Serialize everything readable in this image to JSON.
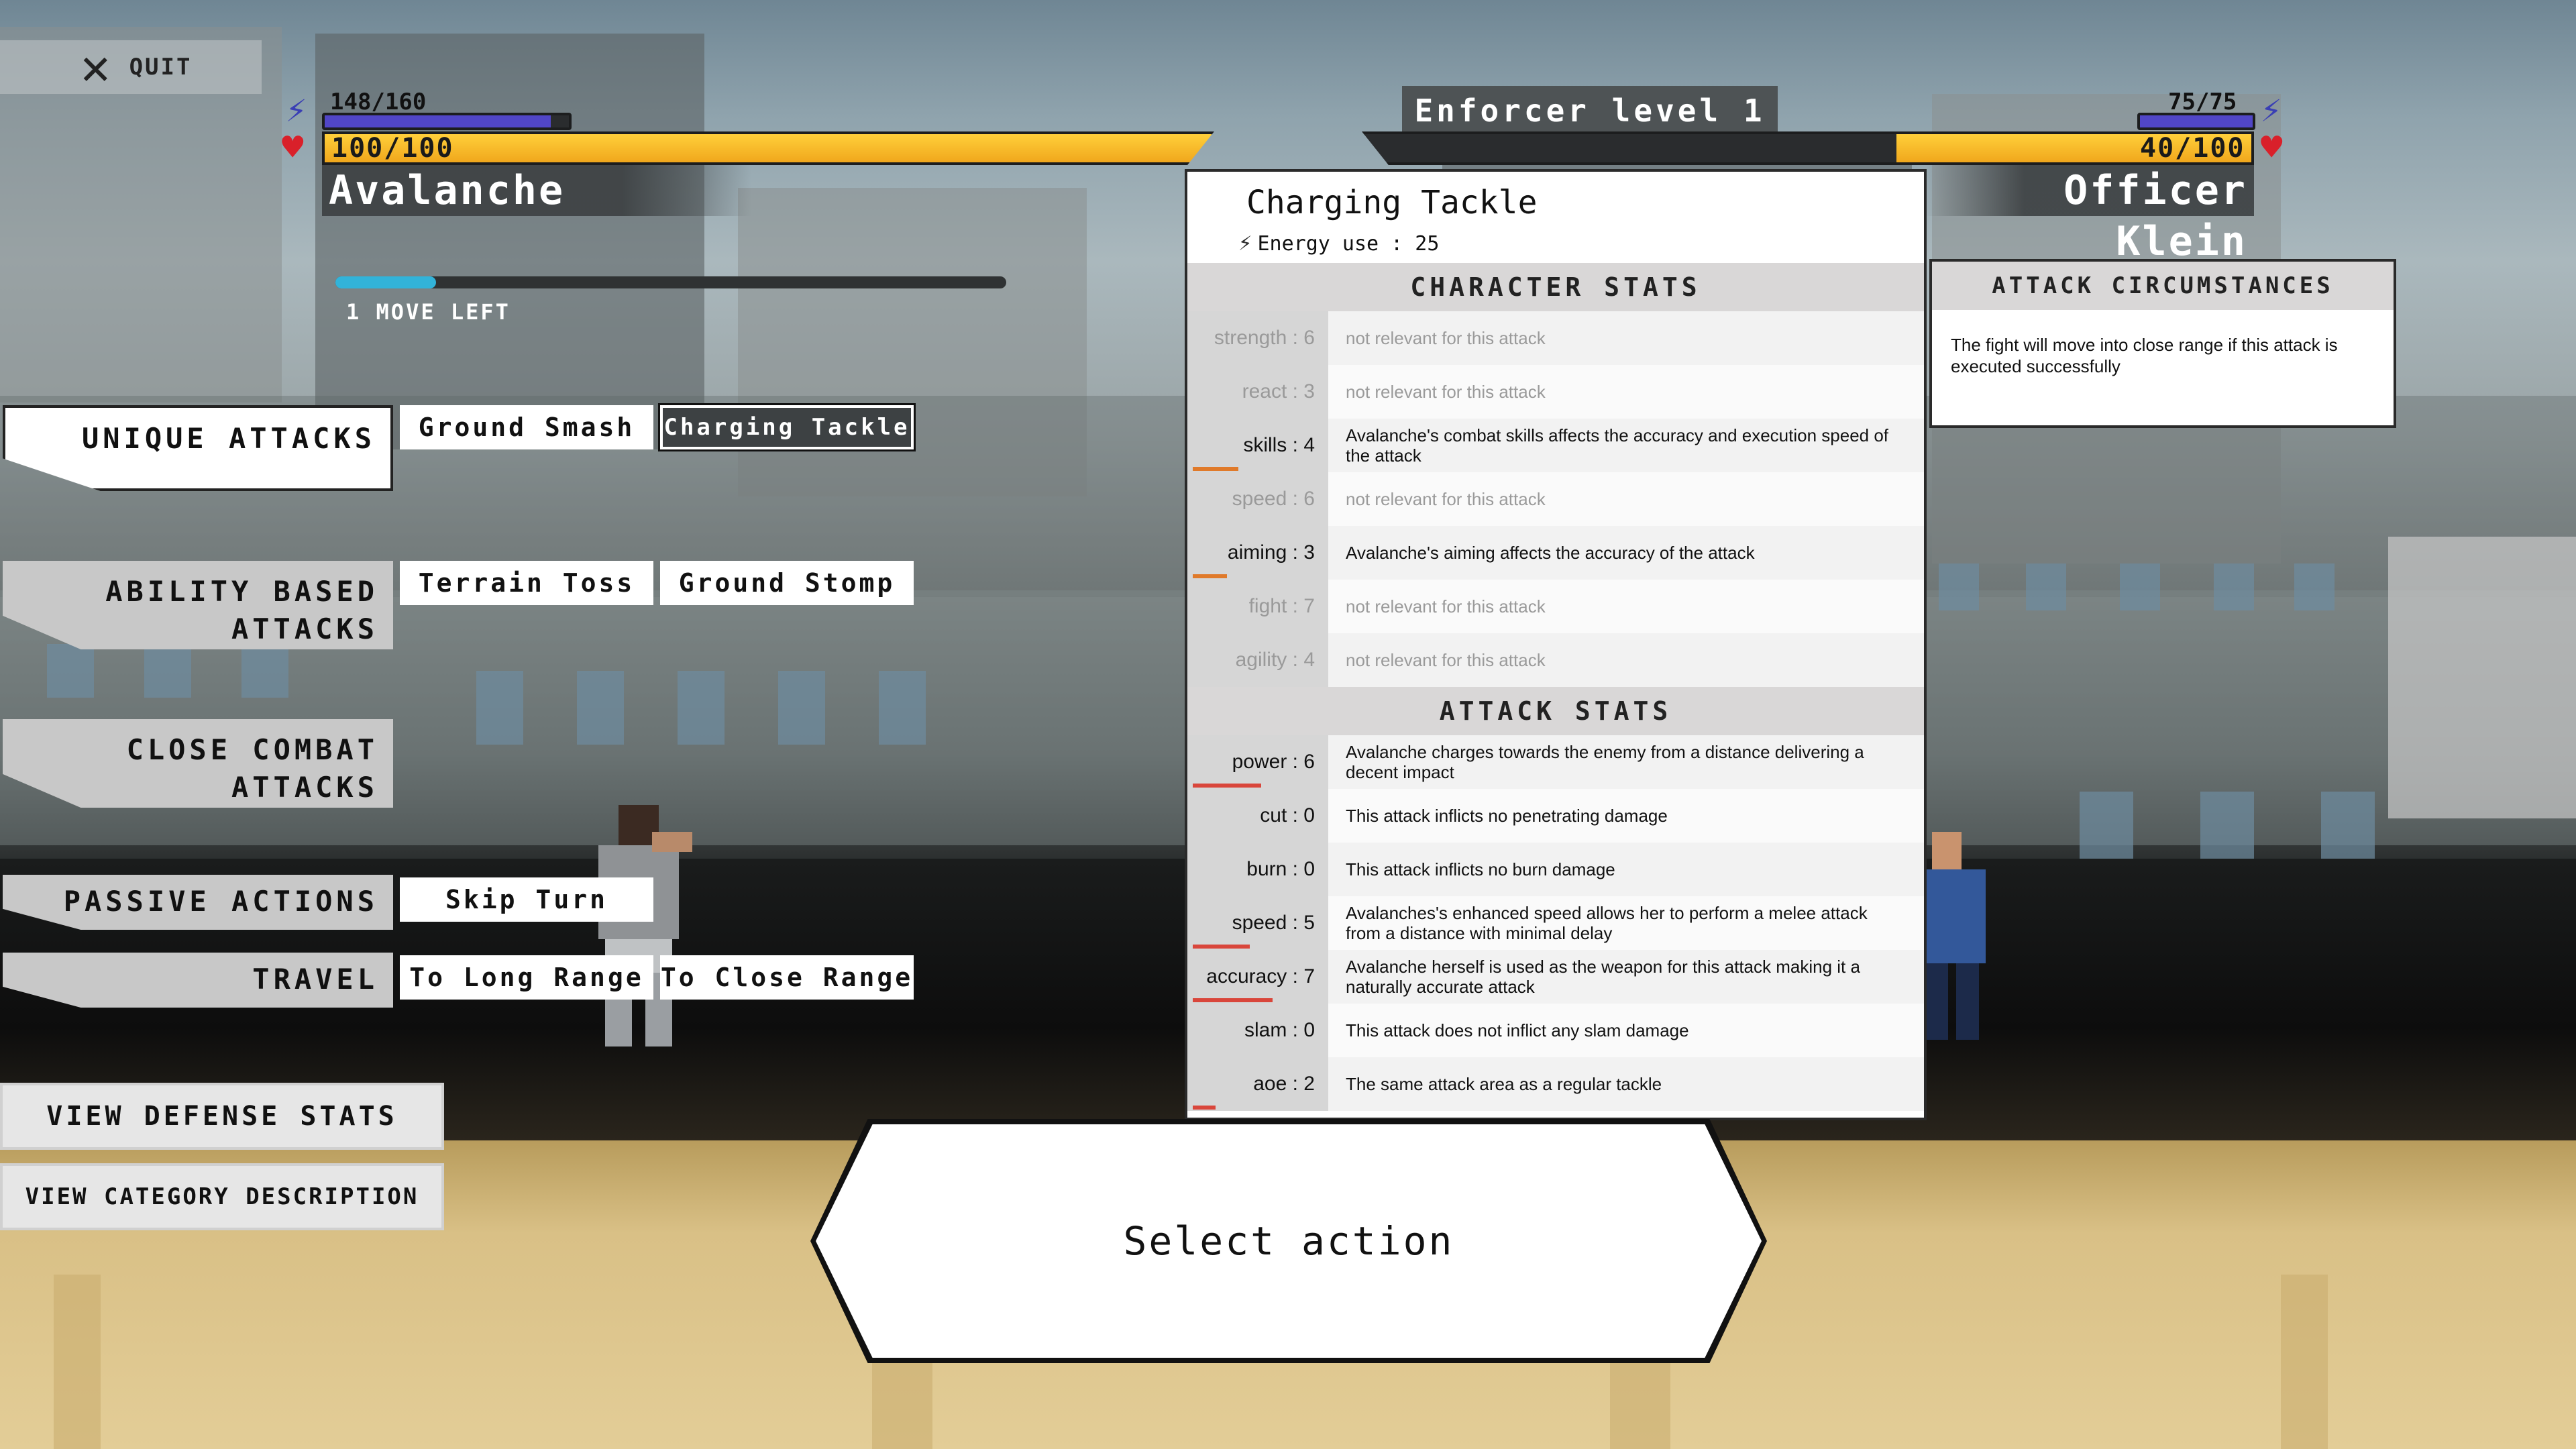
{
  "quit": {
    "label": "QUIT",
    "icon": "close-icon"
  },
  "player": {
    "name": "Avalanche",
    "energy_text": "148/160",
    "energy_fraction": 0.925,
    "hp_text": "100/100",
    "hp_fraction": 1.0,
    "moves_label": "1 MOVE LEFT",
    "moves_fraction": 0.15
  },
  "enemy": {
    "level_label": "Enforcer level 1",
    "name": "Officer Klein",
    "energy_text": "75/75",
    "energy_fraction": 1.0,
    "hp_text": "40/100",
    "hp_fraction": 0.4
  },
  "categories": {
    "unique": "UNIQUE ATTACKS",
    "ability": "ABILITY BASED ATTACKS",
    "close_combat": "CLOSE COMBAT ATTACKS",
    "passive": "PASSIVE ACTIONS",
    "travel": "TRAVEL"
  },
  "attacks": {
    "ground_smash": "Ground Smash",
    "charging_tackle": "Charging Tackle",
    "terrain_toss": "Terrain Toss",
    "ground_stomp": "Ground Stomp",
    "skip_turn": "Skip Turn",
    "to_long_range": "To Long Range",
    "to_close_range": "To Close Range"
  },
  "buttons": {
    "view_defense": "VIEW DEFENSE STATS",
    "view_category": "VIEW CATEGORY DESCRIPTION",
    "select_action": "Select action"
  },
  "details": {
    "title": "Charging Tackle",
    "energy_use": "Energy use : 25",
    "character_stats_header": "CHARACTER STATS",
    "character_stats": [
      {
        "label": "strength : 6",
        "desc": "not relevant for this attack",
        "relevant": false,
        "meter": 0
      },
      {
        "label": "react : 3",
        "desc": "not relevant for this attack",
        "relevant": false,
        "meter": 0
      },
      {
        "label": "skills : 4",
        "desc": "Avalanche's combat skills affects the accuracy and execution speed of the attack",
        "relevant": true,
        "meter": 0.4
      },
      {
        "label": "speed : 6",
        "desc": "not relevant for this attack",
        "relevant": false,
        "meter": 0
      },
      {
        "label": "aiming : 3",
        "desc": "Avalanche's aiming affects the accuracy of the attack",
        "relevant": true,
        "meter": 0.3
      },
      {
        "label": "fight : 7",
        "desc": "not relevant for this attack",
        "relevant": false,
        "meter": 0
      },
      {
        "label": "agility : 4",
        "desc": "not relevant for this attack",
        "relevant": false,
        "meter": 0
      }
    ],
    "attack_stats_header": "ATTACK STATS",
    "attack_stats": [
      {
        "label": "power : 6",
        "desc": "Avalanche charges towards the enemy from a distance delivering a decent impact",
        "meter": 0.6
      },
      {
        "label": "cut : 0",
        "desc": "This attack inflicts no penetrating damage",
        "meter": 0
      },
      {
        "label": "burn : 0",
        "desc": "This attack inflicts no burn damage",
        "meter": 0
      },
      {
        "label": "speed : 5",
        "desc": "Avalanches's enhanced speed allows her to perform a melee attack from a distance with minimal delay",
        "meter": 0.5
      },
      {
        "label": "accuracy : 7",
        "desc": "Avalanche herself is used as the weapon for this attack making it a naturally accurate attack",
        "meter": 0.7
      },
      {
        "label": "slam : 0",
        "desc": "This attack does not inflict any slam damage",
        "meter": 0
      },
      {
        "label": "aoe : 2",
        "desc": "The same attack area as a regular tackle",
        "meter": 0.2
      }
    ]
  },
  "circumstances": {
    "header": "ATTACK CIRCUMSTANCES",
    "text": "The fight will move into close range if this attack is executed successfully"
  },
  "colors": {
    "energy": "#5146c7",
    "hp": "#f5b325",
    "moves": "#32b3d9",
    "heart": "#d9202a",
    "meter_orange": "#e07a2a",
    "meter_red": "#d9463b"
  }
}
